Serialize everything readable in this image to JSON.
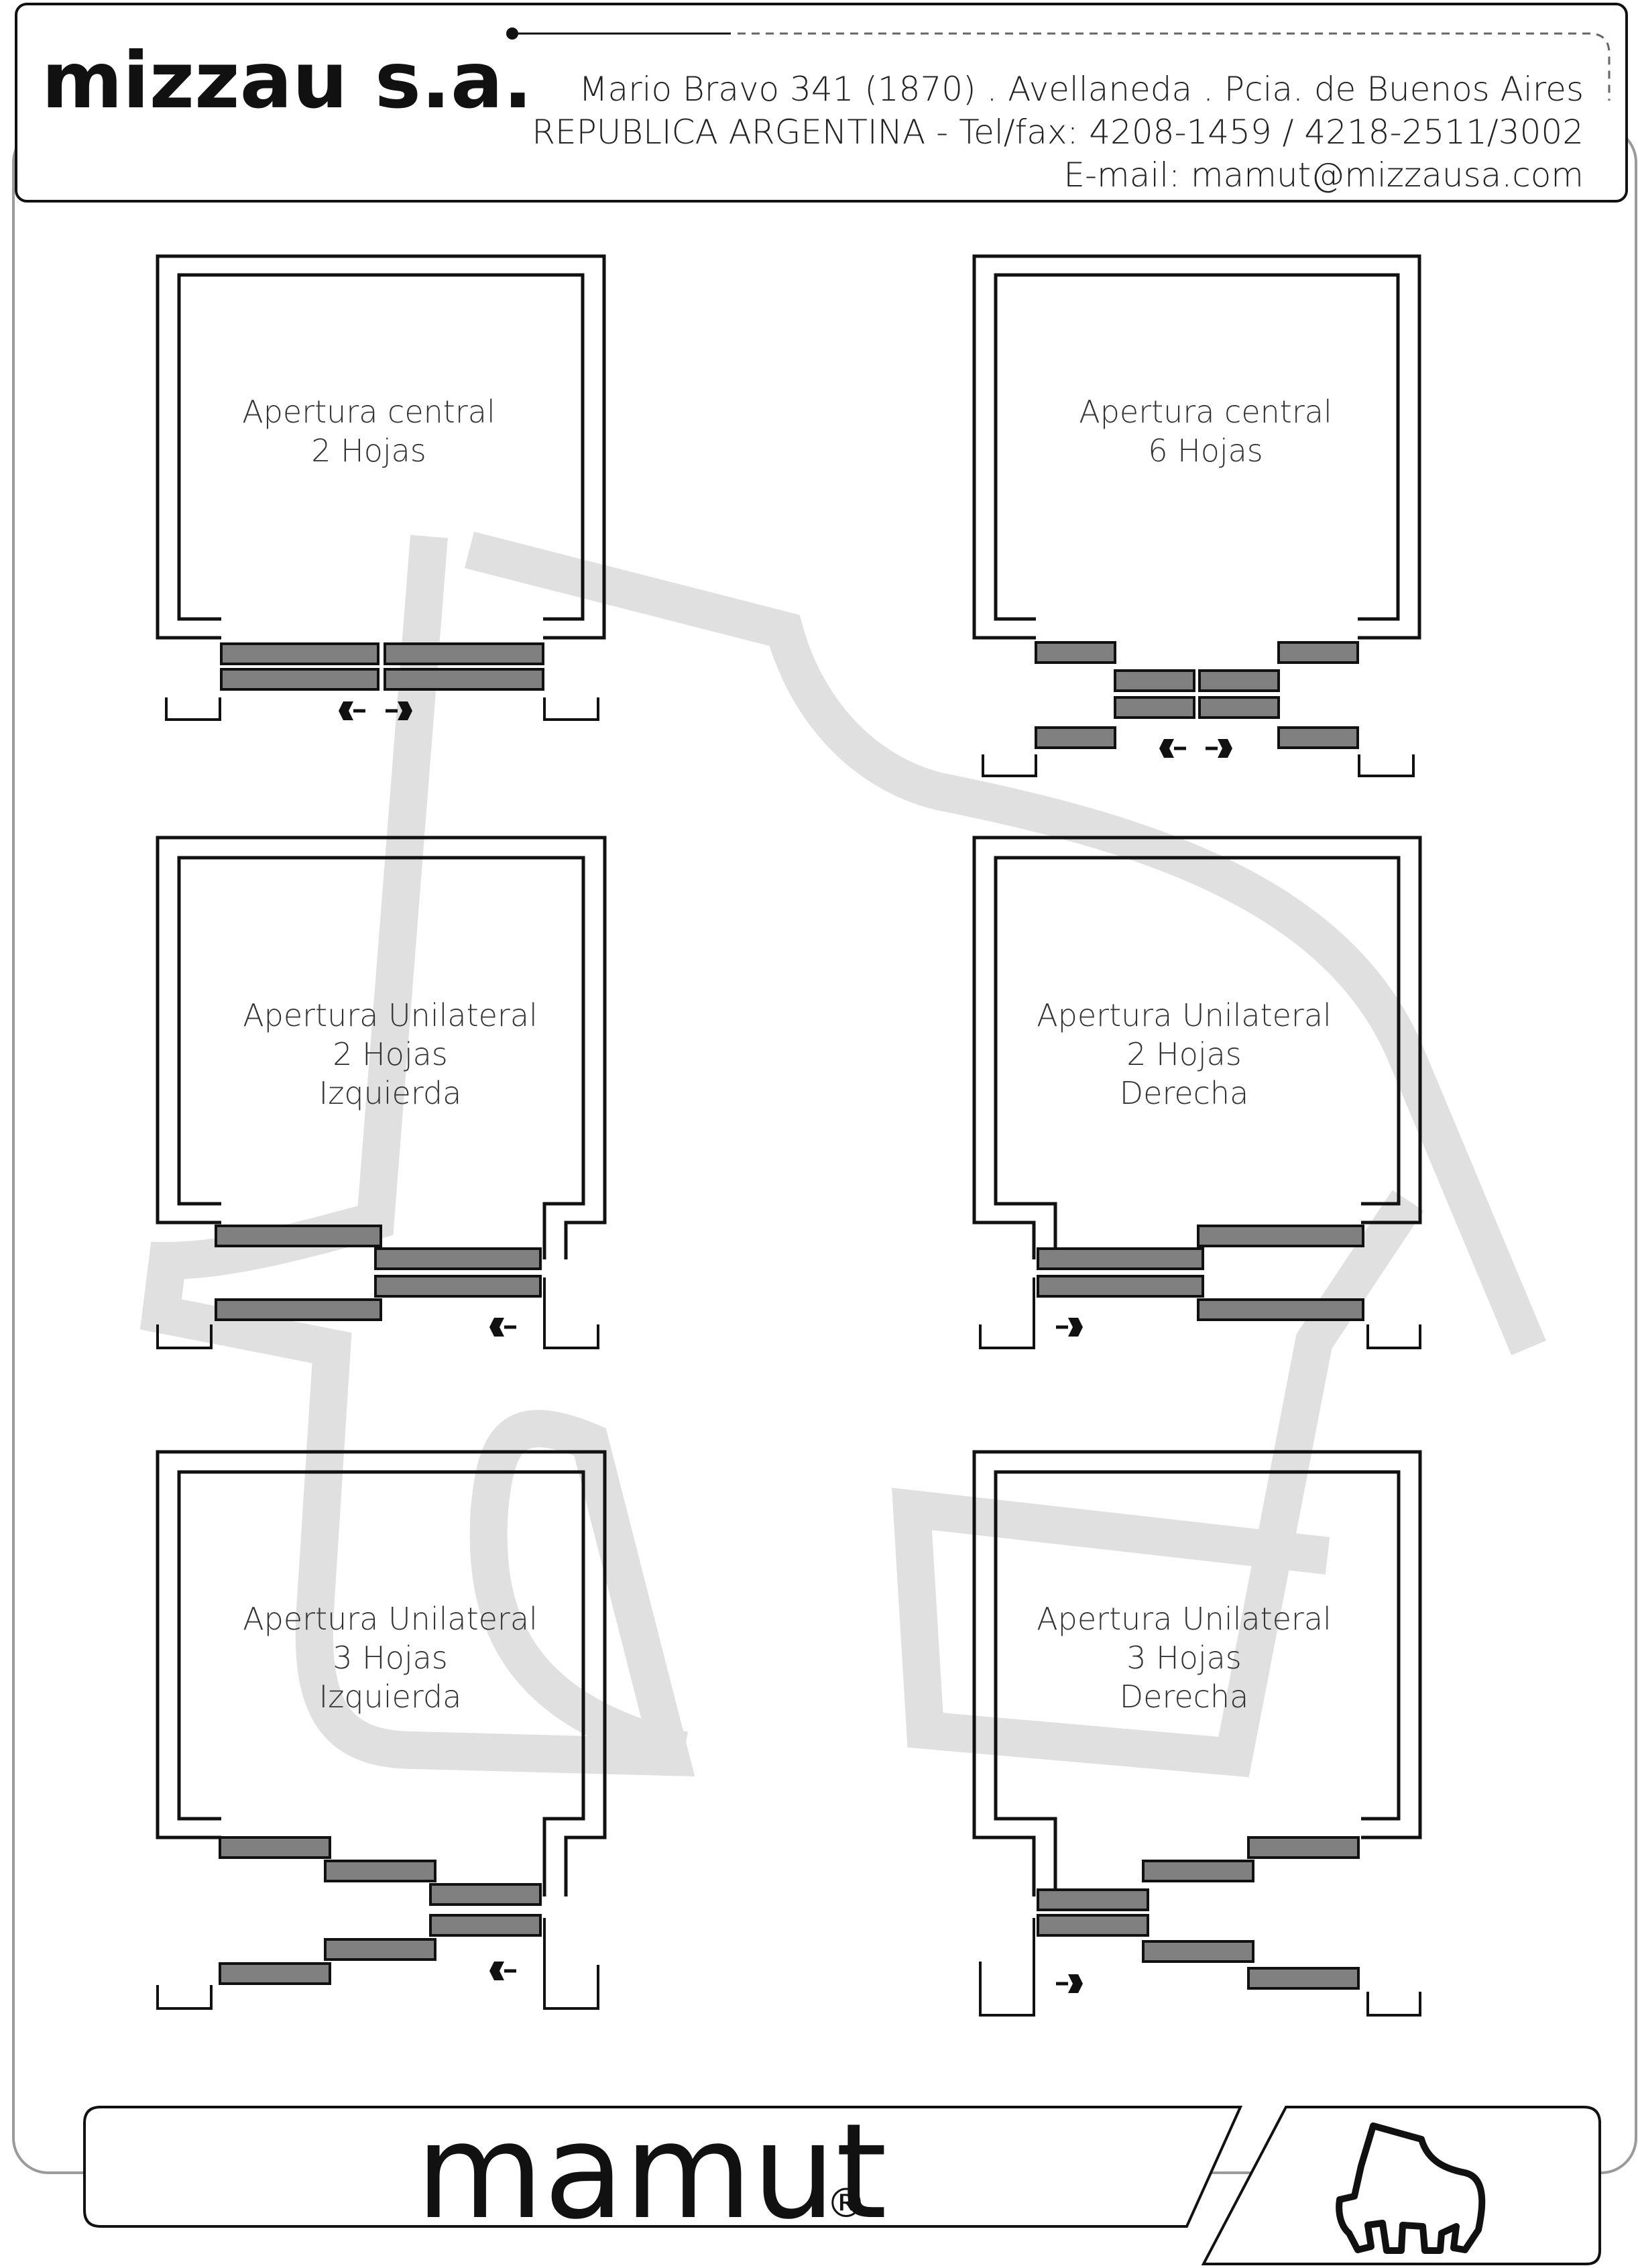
{
  "header": {
    "company": "mizzau s.a.",
    "address_line": "Mario Bravo 341 (1870) . Avellaneda . Pcia. de Buenos Aires",
    "country_phone_line": "REPUBLICA ARGENTINA - Tel/fax: 4208-1459 / 4218-2511/3002",
    "email_line": "E-mail: mamut@mizzausa.com"
  },
  "diagrams": [
    {
      "lines": [
        "Apertura central",
        "2 Hojas"
      ]
    },
    {
      "lines": [
        "Apertura central",
        "6 Hojas"
      ]
    },
    {
      "lines": [
        "Apertura Unilateral",
        "2 Hojas",
        "Izquierda"
      ]
    },
    {
      "lines": [
        "Apertura Unilateral",
        "2 Hojas",
        "Derecha"
      ]
    },
    {
      "lines": [
        "Apertura Unilateral",
        "3 Hojas",
        "Izquierda"
      ]
    },
    {
      "lines": [
        "Apertura Unilateral",
        "3 Hojas",
        "Derecha"
      ]
    }
  ],
  "footer": {
    "brand": "mamut",
    "registered_mark": "®",
    "icon": "mammoth-icon"
  },
  "colors": {
    "panel": "#808080",
    "watermark": "#e0e0e0",
    "line": "#111111"
  }
}
